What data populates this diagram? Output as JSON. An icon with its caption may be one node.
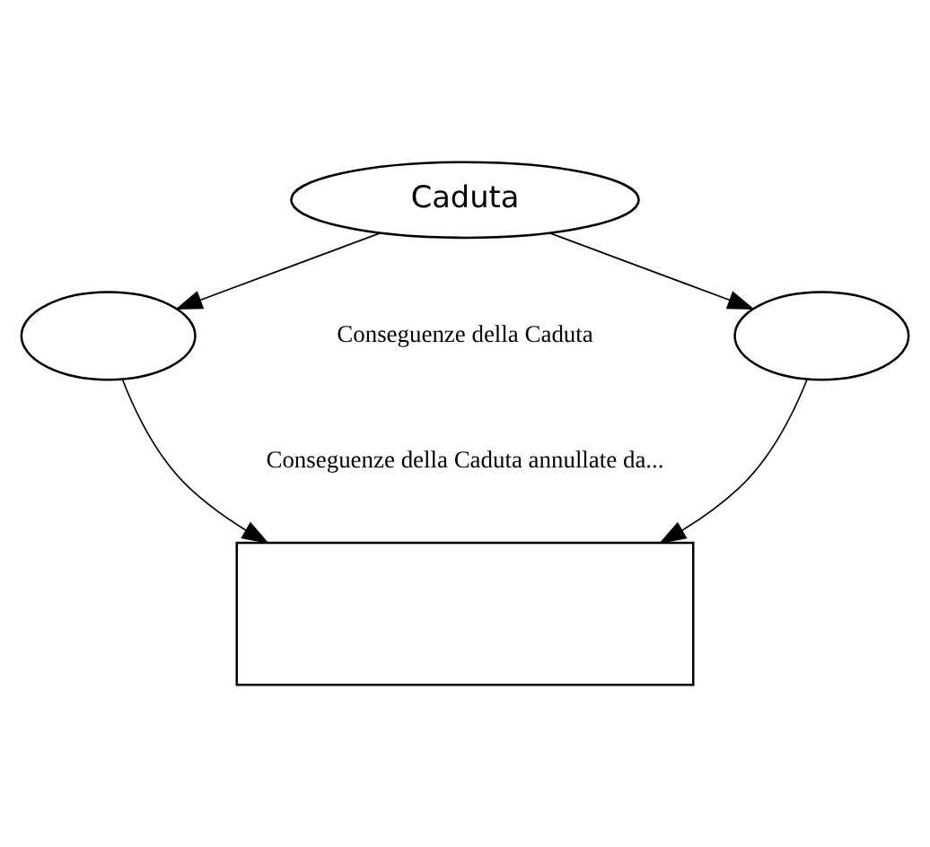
{
  "diagram": {
    "nodes": [
      {
        "text": [
          "Caduta"
        ]
      },
      {
        "text": [],
        "shape": "ellipse"
      },
      {
        "text": [],
        "shape": "ellipse"
      },
      {
        "text": [],
        "shape": "box"
      }
    ],
    "edges": [
      {
        "from": 0,
        "to": 1,
        "arrow": "to"
      },
      {
        "from": 0,
        "to": 2,
        "arrow": "to"
      },
      {
        "from": 1,
        "to": 3,
        "arrow": "to"
      },
      {
        "from": 2,
        "to": 3,
        "arrow": "to"
      }
    ],
    "labels": [
      "Conseguenze della Caduta",
      "Conseguenze della Caduta annullate da..."
    ]
  }
}
